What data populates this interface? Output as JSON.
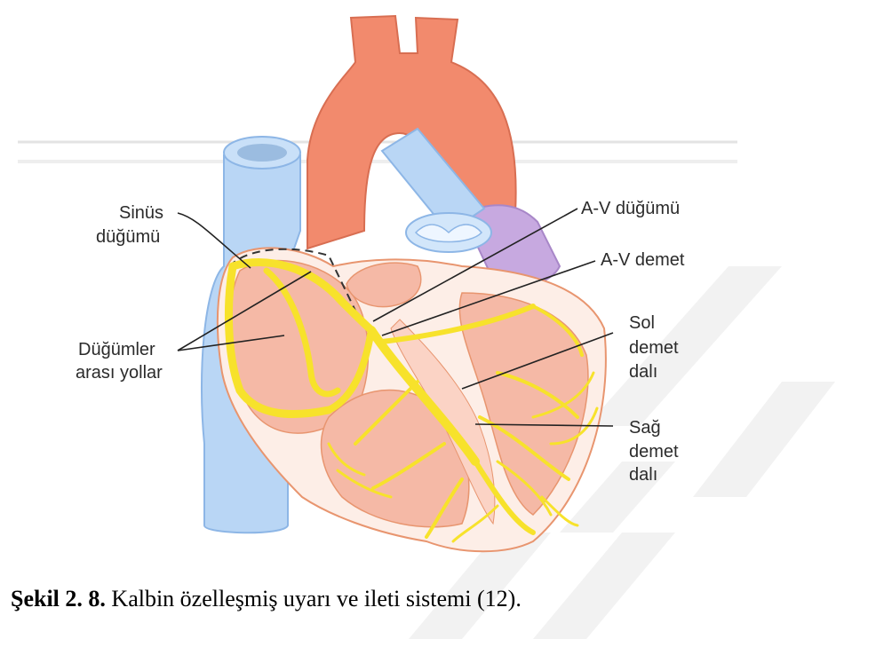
{
  "labels": {
    "sinus_line1": "Sinüs",
    "sinus_line2": "düğümü",
    "av_node": "A-V düğümü",
    "av_bundle": "A-V demet",
    "internodal_line1": "Düğümler",
    "internodal_line2": "arası yollar",
    "left_branch_line1": "Sol",
    "left_branch_line2": "demet",
    "left_branch_line3": "dalı",
    "right_branch_line1": "Sağ",
    "right_branch_line2": "demet",
    "right_branch_line3": "dalı"
  },
  "caption": {
    "prefix": "Şekil 2. 8.",
    "text": " Kalbin özelleşmiş uyarı ve ileti sistemi (12)."
  },
  "colors": {
    "aorta": "#f28a6d",
    "vena_cava": "#b9d6f5",
    "heart_tissue": "#f5b9a6",
    "heart_outline": "#e8956f",
    "conduction": "#f7e22b",
    "pulmonary": "#c7a9e0"
  }
}
